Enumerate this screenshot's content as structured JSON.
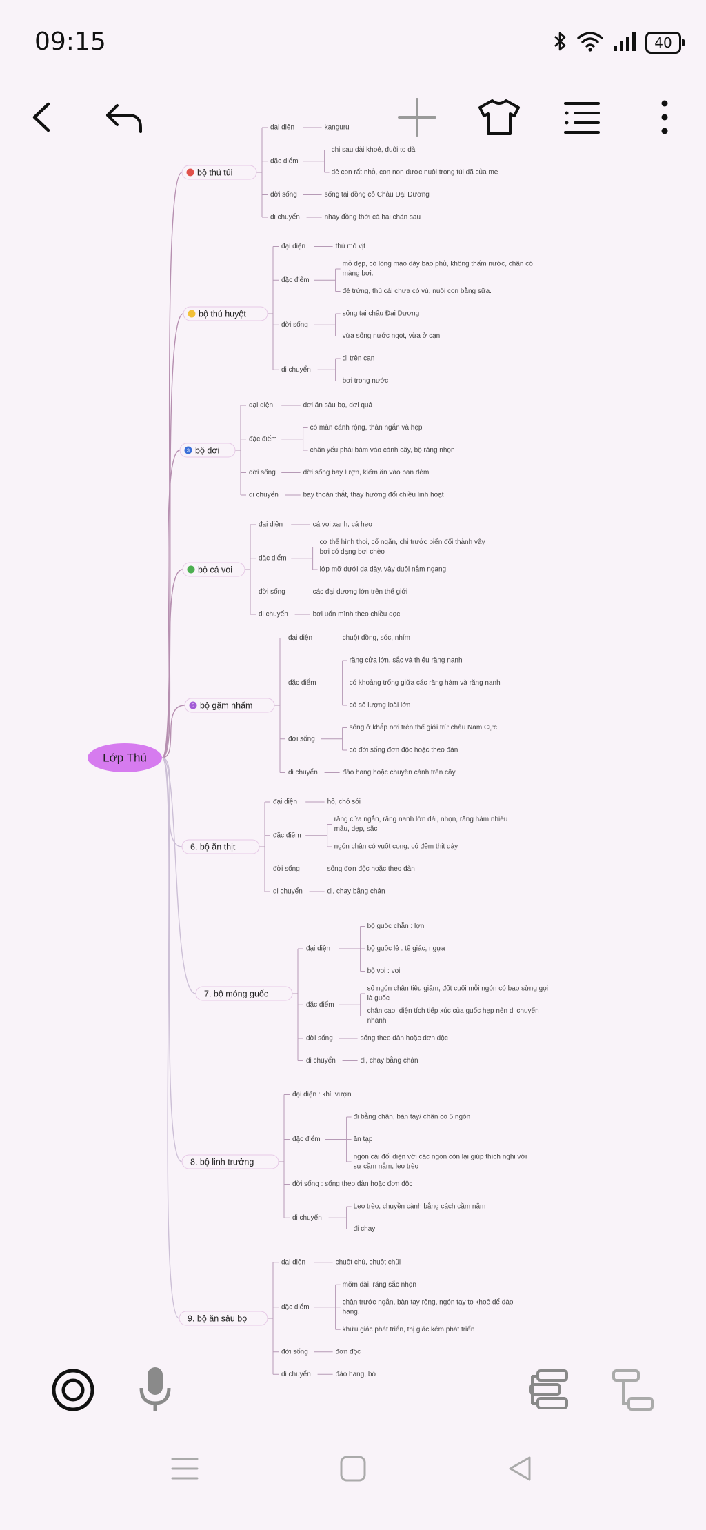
{
  "status": {
    "time": "09:15",
    "battery": "40"
  },
  "toolbar": {
    "back_icon": "chevron-left-icon",
    "undo_icon": "undo-icon",
    "add_icon": "plus-icon",
    "theme_icon": "shirt-icon",
    "outline_icon": "list-icon",
    "more_icon": "more-vertical-icon"
  },
  "mindmap": {
    "root": "Lớp Thú",
    "branches": [
      {
        "label": "bộ thú túi",
        "badge": "",
        "badge_color": "#e0504a",
        "children": [
          {
            "label": "đại diện",
            "items": [
              "kanguru"
            ]
          },
          {
            "label": "đặc điểm",
            "items": [
              "chi sau dài khoẻ, đuôi to dài",
              "đẻ con rất nhỏ, con non được nuôi trong túi đã của mẹ"
            ]
          },
          {
            "label": "đời sống",
            "items": [
              "sống tại đồng cỏ Châu Đại Dương"
            ]
          },
          {
            "label": "di chuyển",
            "items": [
              "nhảy đồng thời cả hai chân sau"
            ]
          }
        ]
      },
      {
        "label": "bộ thú huyệt",
        "badge": "",
        "badge_color": "#f2c037",
        "children": [
          {
            "label": "đại diện",
            "items": [
              "thú mỏ vịt"
            ]
          },
          {
            "label": "đặc điểm",
            "items": [
              "mỏ dẹp, có lông mao dày bao phủ, không thấm nước, chân có màng bơi.",
              "đẻ trứng, thú cái chưa có vú, nuôi con bằng sữa."
            ]
          },
          {
            "label": "đời sống",
            "items": [
              "sống tại châu Đại Dương",
              "vừa sống nước ngọt, vừa ở cạn"
            ]
          },
          {
            "label": "di chuyển",
            "items": [
              "đi trên cạn",
              "bơi trong nước"
            ]
          }
        ]
      },
      {
        "label": "bộ dơi",
        "badge": "3",
        "badge_color": "#3a6fd8",
        "children": [
          {
            "label": "đại diện",
            "items": [
              "dơi ăn sâu bọ, dơi quả"
            ]
          },
          {
            "label": "đặc điểm",
            "items": [
              "có màn cánh rộng, thân ngắn và hẹp",
              "chân yếu phải bám vào cành cây, bộ răng nhọn"
            ]
          },
          {
            "label": "đời sống",
            "items": [
              "đời sống bay lượn, kiếm ăn vào ban đêm"
            ]
          },
          {
            "label": "di chuyển",
            "items": [
              "bay thoăn thắt, thay hướng đổi chiều linh hoạt"
            ]
          }
        ]
      },
      {
        "label": "bộ cá voi",
        "badge": "",
        "badge_color": "#4caf50",
        "children": [
          {
            "label": "đại diện",
            "items": [
              "cá voi xanh, cá heo"
            ]
          },
          {
            "label": "đặc điểm",
            "items": [
              "cơ thể hình thoi, cổ ngắn, chi trước biến đổi thành vây bơi có dạng bơi chèo",
              "lớp mỡ dưới da dày, vây đuôi nằm ngang"
            ]
          },
          {
            "label": "đời sống",
            "items": [
              "các đại dương lớn trên thế giới"
            ]
          },
          {
            "label": "di chuyển",
            "items": [
              "bơi uốn mình theo chiều dọc"
            ]
          }
        ]
      },
      {
        "label": "bộ gặm nhấm",
        "badge": "5",
        "badge_color": "#a35bd6",
        "children": [
          {
            "label": "đại diện",
            "items": [
              "chuột đồng, sóc, nhím"
            ]
          },
          {
            "label": "đặc điểm",
            "items": [
              "răng cửa lớn, sắc và thiếu răng nanh",
              "có khoảng trống giữa các răng hàm và răng nanh",
              "có số lượng loài lớn"
            ]
          },
          {
            "label": "đời sống",
            "items": [
              "sống ở khắp nơi trên thế giới trừ châu Nam Cực",
              "có đời sống đơn độc hoặc theo đàn"
            ]
          },
          {
            "label": "di chuyển",
            "items": [
              "đào hang hoặc chuyền cành trên cây"
            ]
          }
        ]
      },
      {
        "label": "6. bộ ăn thịt",
        "badge": "",
        "badge_color": "",
        "children": [
          {
            "label": "đại diện",
            "items": [
              "hổ, chó sói"
            ]
          },
          {
            "label": "đặc điểm",
            "items": [
              "răng cửa ngắn, răng nanh lớn dài, nhọn, răng hàm nhiều mấu, dẹp, sắc",
              "ngón chân có vuốt cong, có đệm thịt dày"
            ]
          },
          {
            "label": "đời sống",
            "items": [
              "sống đơn độc hoặc theo đàn"
            ]
          },
          {
            "label": "di chuyển",
            "items": [
              "đi, chạy bằng chân"
            ]
          }
        ]
      },
      {
        "label": "7. bộ móng guốc",
        "badge": "",
        "badge_color": "",
        "children": [
          {
            "label": "đại diện",
            "items": [
              "bộ guốc chẵn : lợn",
              "bộ guốc lẻ : tê giác, ngựa",
              "bộ voi : voi"
            ]
          },
          {
            "label": "đặc điểm",
            "items": [
              "số ngón chân tiêu giảm, đốt cuối mỗi ngón có bao sừng gọi là guốc",
              "chân cao, diện tích tiếp xúc của guốc hẹp nên di chuyển nhanh"
            ]
          },
          {
            "label": "đời sống",
            "items": [
              "sống theo đàn hoặc đơn độc"
            ]
          },
          {
            "label": "di chuyển",
            "items": [
              "đi, chạy bằng chân"
            ]
          }
        ]
      },
      {
        "label": "8. bộ linh trưởng",
        "badge": "",
        "badge_color": "",
        "children": [
          {
            "label": "đại diện : khỉ, vượn",
            "items": []
          },
          {
            "label": "đặc điểm",
            "items": [
              "đi bằng chân, bàn tay/ chân có 5 ngón",
              "ăn tạp",
              "ngón cái đối diện với các ngón còn lại giúp thích nghi với sự cầm nắm, leo trèo"
            ]
          },
          {
            "label": "đời sống : sống theo đàn  hoặc đơn độc",
            "items": []
          },
          {
            "label": "di chuyển",
            "items": [
              "Leo trèo, chuyền cành bằng cách cầm nắm",
              "đi chạy"
            ]
          }
        ]
      },
      {
        "label": "9. bộ ăn sâu bọ",
        "badge": "",
        "badge_color": "",
        "children": [
          {
            "label": "đại diện",
            "items": [
              "chuột chù, chuột chũi"
            ]
          },
          {
            "label": "đặc điểm",
            "items": [
              "mõm dài, răng sắc nhọn",
              "chân trước ngắn, bàn tay rộng, ngón tay to khoẻ để đào hang.",
              "khứu giác phát triển, thị giác kém phát triển"
            ]
          },
          {
            "label": "đời sống",
            "items": [
              "đơn độc"
            ]
          },
          {
            "label": "di chuyển",
            "items": [
              "đào hang, bò"
            ]
          }
        ]
      }
    ]
  },
  "bottom": {
    "focus_icon": "target-icon",
    "mic_icon": "microphone-icon",
    "layout_icon": "layout-icon",
    "structure_icon": "structure-icon"
  },
  "nav": {
    "menu_icon": "menu-icon",
    "home_icon": "home-icon",
    "back_icon": "back-triangle-icon"
  }
}
